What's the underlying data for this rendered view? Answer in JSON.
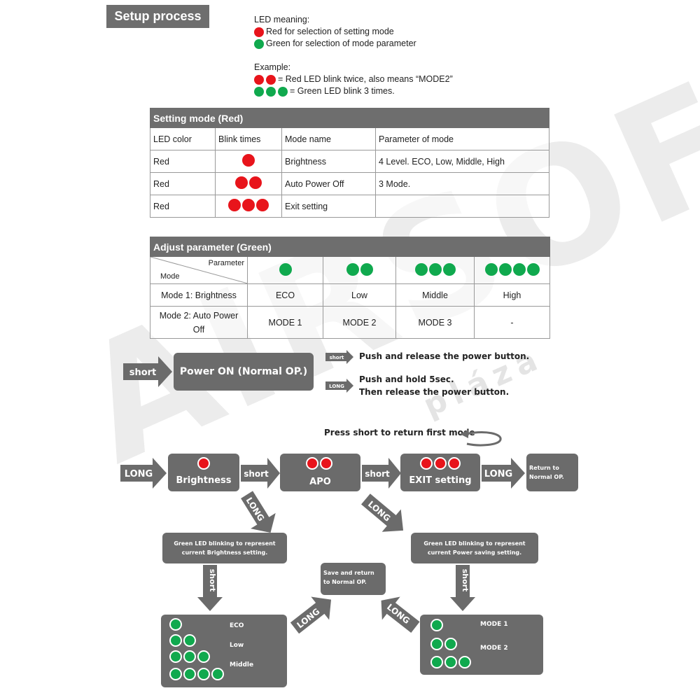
{
  "title": "Setup process",
  "legend": {
    "heading": "LED meaning:",
    "red_text": "Red for selection of setting mode",
    "green_text": "Green for selection of mode parameter",
    "example_heading": "Example:",
    "example_red": "= Red LED blink twice, also means “MODE2”",
    "example_green": "= Green LED blink 3 times."
  },
  "setting_table": {
    "title": "Setting mode (Red)",
    "headers": [
      "LED color",
      "Blink times",
      "Mode name",
      "Parameter of mode"
    ],
    "rows": [
      {
        "color": "Red",
        "blinks": 1,
        "name": "Brightness",
        "param": "4 Level.  ECO, Low, Middle, High"
      },
      {
        "color": "Red",
        "blinks": 2,
        "name": "Auto Power Off",
        "param": "3 Mode."
      },
      {
        "color": "Red",
        "blinks": 3,
        "name": "Exit setting",
        "param": ""
      }
    ]
  },
  "adjust_table": {
    "title": "Adjust parameter (Green)",
    "corner_top": "Parameter",
    "corner_bottom": "Mode",
    "blink_counts": [
      1,
      2,
      3,
      4
    ],
    "rows": [
      {
        "mode": "Mode 1: Brightness",
        "values": [
          "ECO",
          "Low",
          "Middle",
          "High"
        ]
      },
      {
        "mode_line1": "Mode 2:  Auto Power",
        "mode_line2": "Off",
        "values": [
          "MODE 1",
          "MODE 2",
          "MODE 3",
          "-"
        ]
      }
    ]
  },
  "flow": {
    "power_on": "Power ON  (Normal OP.)",
    "short_tag": "short",
    "long_tag": "LONG",
    "short_desc": "Push and release the power button.",
    "long_desc_1": "Push and hold 5sec.",
    "long_desc_2": "Then release the power button.",
    "return_note": "Press short to return  first mode",
    "brightness": "Brightness",
    "apo": "APO",
    "exit": "EXIT setting",
    "return_normal_1": "Return to",
    "return_normal_2": "Normal OP.",
    "green_brightness_1": "Green LED blinking to represent",
    "green_brightness_2": "current Brightness setting.",
    "green_power_1": "Green LED blinking to represent",
    "green_power_2": "current Power saving setting.",
    "save_1": "Save and return",
    "save_2": "to Normal OP.",
    "eco": "ECO",
    "low": "Low",
    "middle": "Middle",
    "mode1": "MODE 1",
    "mode2": "MODE 2"
  },
  "watermark": "AIRSOFT",
  "watermark_sub": "pláza",
  "colors": {
    "red_led": "#e8141b",
    "green_led": "#10a94e",
    "box_gray": "#6b6b6b",
    "header_gray": "#6e6e6e"
  }
}
